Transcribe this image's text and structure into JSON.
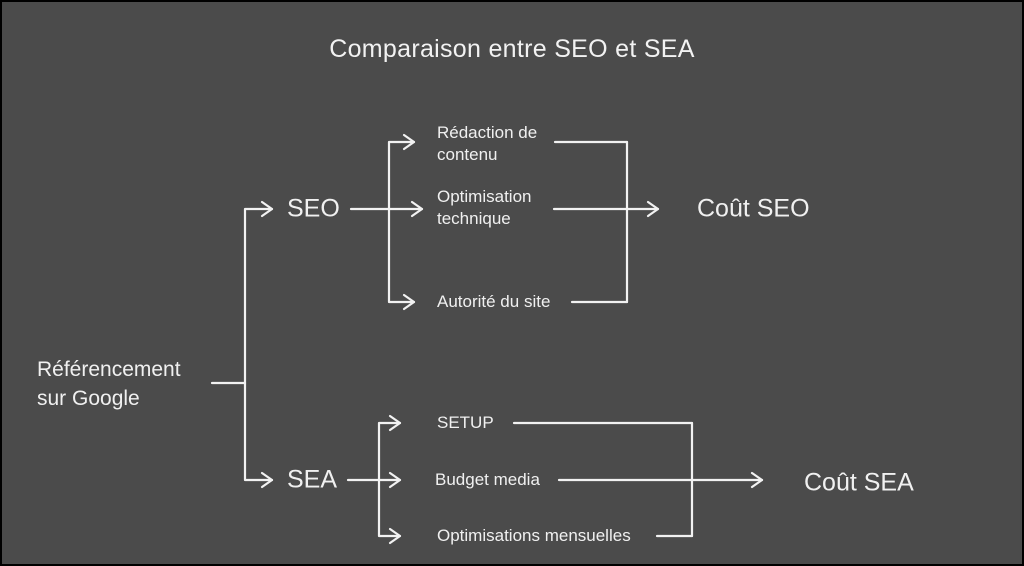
{
  "title": "Comparaison entre SEO et SEA",
  "root": {
    "label": "Référencement\nsur Google"
  },
  "seo": {
    "label": "SEO",
    "items": [
      "Rédaction de\ncontenu",
      "Optimisation\ntechnique",
      "Autorité du site"
    ],
    "output": "Coût SEO"
  },
  "sea": {
    "label": "SEA",
    "items": [
      "SETUP",
      "Budget media",
      "Optimisations mensuelles"
    ],
    "output": "Coût SEA"
  },
  "colors": {
    "background": "#4b4b4b",
    "border": "#000000",
    "line": "#f2f2f2",
    "text": "#f0f0f0"
  }
}
